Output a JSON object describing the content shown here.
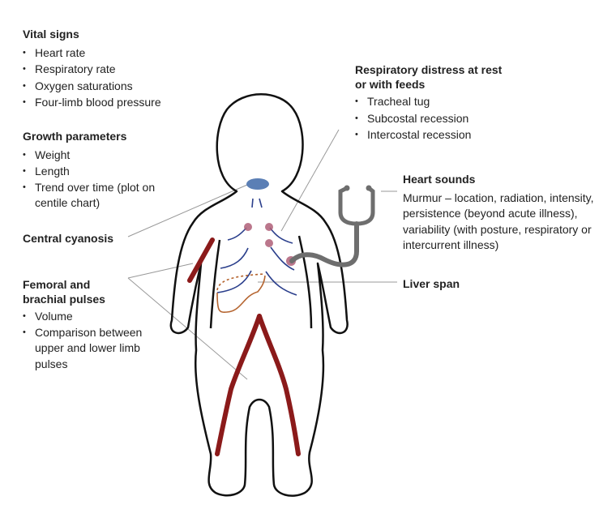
{
  "vital_signs": {
    "title": "Vital signs",
    "items": [
      "Heart rate",
      "Respiratory rate",
      "Oxygen saturations",
      "Four-limb blood pressure"
    ]
  },
  "growth": {
    "title": "Growth parameters",
    "items": [
      "Weight",
      "Length",
      "Trend over time (plot on centile chart)"
    ]
  },
  "cyanosis": {
    "title": "Central cyanosis"
  },
  "pulses": {
    "title_line1": "Femoral and",
    "title_line2": "brachial pulses",
    "items": [
      "Volume",
      "Comparison between upper and lower limb pulses"
    ]
  },
  "respiratory": {
    "title_line1": "Respiratory distress at rest",
    "title_line2": "or with feeds",
    "items": [
      "Tracheal tug",
      "Subcostal recession",
      "Intercostal recession"
    ]
  },
  "heart": {
    "title": "Heart sounds",
    "text": "Murmur – location, radiation, intensity, persistence (beyond acute illness), variability (with posture, respiratory or intercurrent illness)"
  },
  "liver": {
    "title": "Liver span"
  },
  "colors": {
    "outline": "#111111",
    "vessel": "#8b1a1a",
    "recession": "#2b3f8c",
    "lips": "#5b7fb5",
    "liver": "#b5642f",
    "stethoscope": "#6e6e6e",
    "dot": "#b06078"
  }
}
